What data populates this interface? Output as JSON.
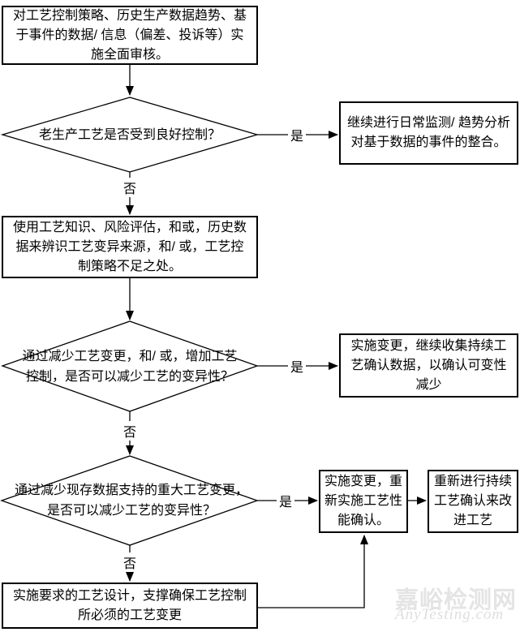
{
  "nodes": {
    "audit": {
      "text": "对工艺控制策略、历史生产数据趋势、基\n于事件的数据/ 信息（偏差、投诉等）实\n施全面审核。"
    },
    "d1": {
      "text": "老生产工艺是否受到良好控制？"
    },
    "monitor": {
      "text": "继续进行日常监测/ 趋势分析\n对基于数据的事件的整合。"
    },
    "identify": {
      "text": "使用工艺知识、风险评估，和或，历史数\n据来辨识工艺变异来源，和/ 或，工艺控\n制策略不足之处。"
    },
    "d2": {
      "text": "通过减少工艺变更，和/ 或，增加工艺\n控制，是否可以减少工艺的变异性？"
    },
    "implement_collect": {
      "text": "实施变更，继续收集持续工\n艺确认数据，以确认可变性\n减少"
    },
    "d3": {
      "text": "通过减少现存数据支持的重大工艺变更，\n是否可以减少工艺的变异性？"
    },
    "implement_ppq": {
      "text": "实施变更，重\n新实施工艺性\n能确认。"
    },
    "rerun_cpv": {
      "text": "重新进行持续\n工艺确认来改\n进工艺"
    },
    "design": {
      "text": "实施要求的工艺设计，支撑确保工艺控制\n所必须的工艺变更"
    }
  },
  "labels": {
    "yes": "是",
    "no": "否"
  },
  "watermark": {
    "cn": "嘉峪检测网",
    "en": "AnyTesting.com"
  },
  "colors": {
    "line": "#000000",
    "background": "#ffffff",
    "watermark": "#e4e4e4"
  }
}
